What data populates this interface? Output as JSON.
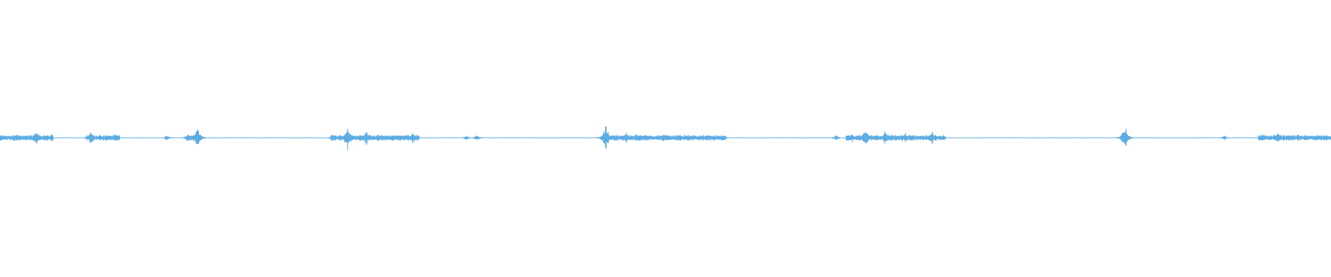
{
  "waveform": {
    "color": "#5dade2",
    "bursts": [
      {
        "t": 0.004,
        "a": 0.02
      },
      {
        "t": 0.012,
        "a": 0.03
      },
      {
        "t": 0.027,
        "a": 0.055
      },
      {
        "t": 0.068,
        "a": 0.06
      },
      {
        "t": 0.087,
        "a": 0.03
      },
      {
        "t": 0.125,
        "a": 0.025
      },
      {
        "t": 0.14,
        "a": 0.025
      },
      {
        "t": 0.148,
        "a": 0.095
      },
      {
        "t": 0.25,
        "a": 0.03
      },
      {
        "t": 0.261,
        "a": 0.095
      },
      {
        "t": 0.275,
        "a": 0.065
      },
      {
        "t": 0.295,
        "a": 0.04
      },
      {
        "t": 0.31,
        "a": 0.055
      },
      {
        "t": 0.35,
        "a": 0.02
      },
      {
        "t": 0.358,
        "a": 0.025
      },
      {
        "t": 0.455,
        "a": 0.105
      },
      {
        "t": 0.47,
        "a": 0.045
      },
      {
        "t": 0.5,
        "a": 0.03
      },
      {
        "t": 0.53,
        "a": 0.02
      },
      {
        "t": 0.543,
        "a": 0.025
      },
      {
        "t": 0.628,
        "a": 0.025
      },
      {
        "t": 0.64,
        "a": 0.04
      },
      {
        "t": 0.65,
        "a": 0.085
      },
      {
        "t": 0.665,
        "a": 0.06
      },
      {
        "t": 0.68,
        "a": 0.055
      },
      {
        "t": 0.7,
        "a": 0.05
      },
      {
        "t": 0.845,
        "a": 0.1
      },
      {
        "t": 0.92,
        "a": 0.02
      },
      {
        "t": 0.948,
        "a": 0.03
      },
      {
        "t": 0.96,
        "a": 0.055
      },
      {
        "t": 0.975,
        "a": 0.035
      },
      {
        "t": 0.995,
        "a": 0.03
      }
    ],
    "active_regions": [
      [
        0.0,
        0.04
      ],
      [
        0.065,
        0.09
      ],
      [
        0.14,
        0.15
      ],
      [
        0.248,
        0.315
      ],
      [
        0.452,
        0.545
      ],
      [
        0.635,
        0.71
      ],
      [
        0.843,
        0.848
      ],
      [
        0.945,
        1.0
      ]
    ]
  }
}
